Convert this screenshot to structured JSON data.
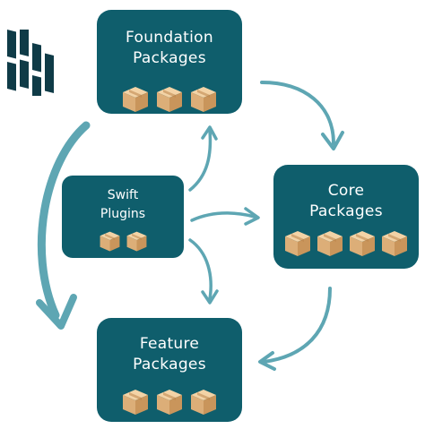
{
  "nodes": {
    "foundation": {
      "title": "Foundation\nPackages",
      "package_count": 3
    },
    "core": {
      "title": "Core\nPackages",
      "package_count": 4
    },
    "swift": {
      "title": "Swift\nPlugins",
      "package_count": 2
    },
    "feature": {
      "title": "Feature\nPackages",
      "package_count": 3
    }
  },
  "colors": {
    "node_fill": "#0f5e6c",
    "arrow": "#5ea6b3",
    "logo": "#0f3b47",
    "box_light": "#f3d3a6",
    "box_side": "#dcae78",
    "box_dark": "#c9955b",
    "tape": "#b98448"
  },
  "icons": {
    "logo": "dashlane-logo-icon",
    "package": "package-box-icon"
  }
}
